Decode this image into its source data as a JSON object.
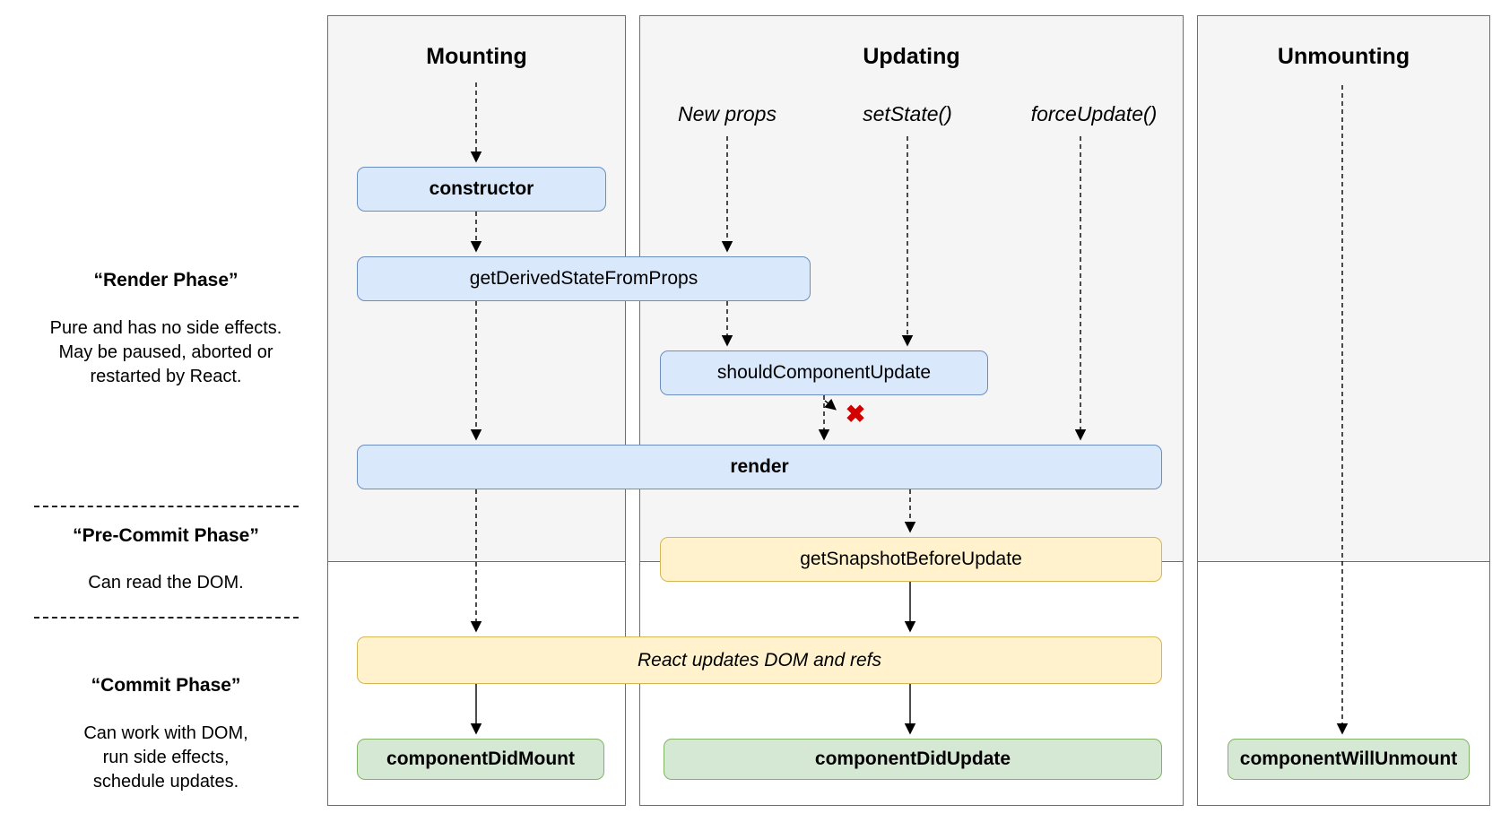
{
  "diagram": {
    "columns": [
      {
        "id": "mounting",
        "title": "Mounting"
      },
      {
        "id": "updating",
        "title": "Updating",
        "triggers": [
          "New props",
          "setState()",
          "forceUpdate()"
        ]
      },
      {
        "id": "unmounting",
        "title": "Unmounting"
      }
    ],
    "phases": [
      {
        "title": "“Render Phase”",
        "lines": [
          "Pure and has no side effects.",
          "May be paused, aborted or",
          "restarted by React."
        ]
      },
      {
        "title": "“Pre-Commit Phase”",
        "lines": [
          "Can read the DOM."
        ]
      },
      {
        "title": "“Commit Phase”",
        "lines": [
          "Can work with DOM,",
          "run side effects,",
          "schedule updates."
        ]
      }
    ],
    "nodes": {
      "constructor": "constructor",
      "getDerivedStateFromProps": "getDerivedStateFromProps",
      "shouldComponentUpdate": "shouldComponentUpdate",
      "render": "render",
      "getSnapshotBeforeUpdate": "getSnapshotBeforeUpdate",
      "reactUpdates": "React updates DOM and refs",
      "componentDidMount": "componentDidMount",
      "componentDidUpdate": "componentDidUpdate",
      "componentWillUnmount": "componentWillUnmount"
    },
    "abort_marker": "✖",
    "colors": {
      "node_blue_bg": "#dae8fc",
      "node_blue_border": "#6c8ebf",
      "node_yellow_bg": "#fff2cc",
      "node_yellow_border": "#d6b656",
      "node_green_bg": "#d5e8d4",
      "node_green_border": "#82b366",
      "abort_red": "#d40000",
      "render_phase_bg": "#f5f5f5",
      "column_border": "#6e6e6e"
    }
  }
}
